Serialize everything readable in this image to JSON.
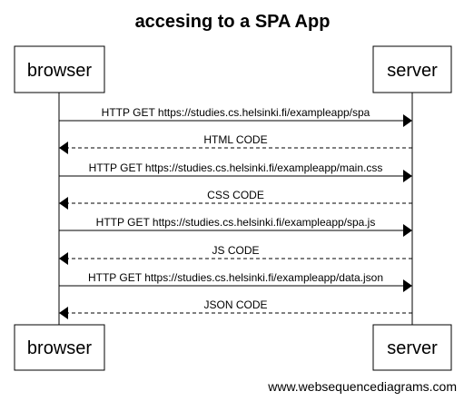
{
  "title": "accesing to a SPA App",
  "participants": {
    "browser": "browser",
    "server": "server"
  },
  "messages": [
    {
      "text": "HTTP GET https://studies.cs.helsinki.fi/exampleapp/spa",
      "from": "browser",
      "to": "server",
      "style": "solid"
    },
    {
      "text": "HTML CODE",
      "from": "server",
      "to": "browser",
      "style": "dashed"
    },
    {
      "text": "HTTP GET https://studies.cs.helsinki.fi/exampleapp/main.css",
      "from": "browser",
      "to": "server",
      "style": "solid"
    },
    {
      "text": "CSS CODE",
      "from": "server",
      "to": "browser",
      "style": "dashed"
    },
    {
      "text": "HTTP GET https://studies.cs.helsinki.fi/exampleapp/spa.js",
      "from": "browser",
      "to": "server",
      "style": "solid"
    },
    {
      "text": "JS CODE",
      "from": "server",
      "to": "browser",
      "style": "dashed"
    },
    {
      "text": "HTTP GET https://studies.cs.helsinki.fi/exampleapp/data.json",
      "from": "browser",
      "to": "server",
      "style": "solid"
    },
    {
      "text": "JSON CODE",
      "from": "server",
      "to": "browser",
      "style": "dashed"
    }
  ],
  "footer": "www.websequencediagrams.com"
}
